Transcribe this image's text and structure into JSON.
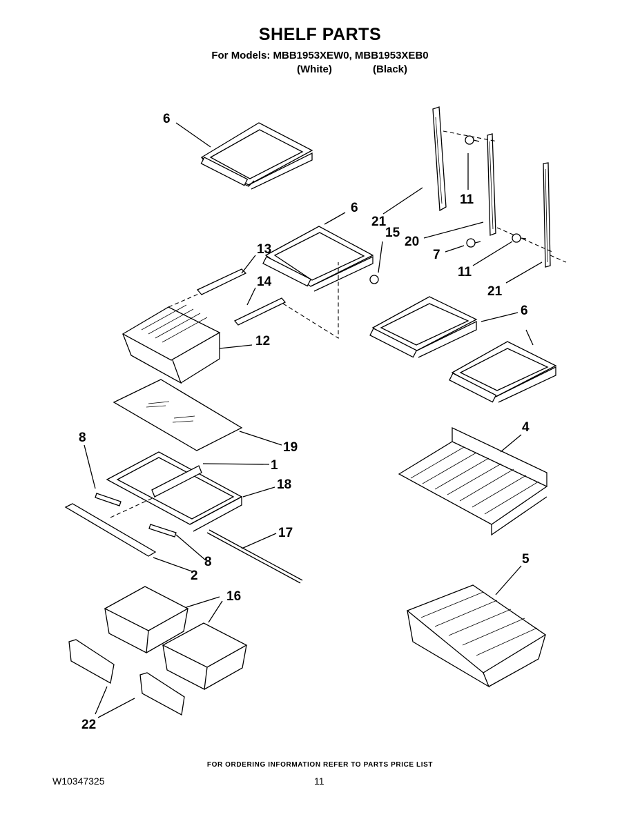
{
  "header": {
    "title": "SHELF PARTS",
    "models_line": "For Models: MBB1953XEW0, MBB1953XEB0",
    "variant_white": "(White)",
    "variant_black": "(Black)"
  },
  "callouts": {
    "c6a": "6",
    "c21a": "21",
    "c11a": "11",
    "c6b": "6",
    "c15": "15",
    "c20": "20",
    "c7": "7",
    "c11b": "11",
    "c13": "13",
    "c14": "14",
    "c21b": "21",
    "c6c": "6",
    "c12": "12",
    "c19": "19",
    "c4": "4",
    "c8a": "8",
    "c1": "1",
    "c18": "18",
    "c17": "17",
    "c8b": "8",
    "c2": "2",
    "c16": "16",
    "c5": "5",
    "c22": "22"
  },
  "footer": {
    "ordering_note": "FOR ORDERING INFORMATION REFER TO PARTS PRICE LIST",
    "doc_number": "W10347325",
    "page_number": "11"
  }
}
